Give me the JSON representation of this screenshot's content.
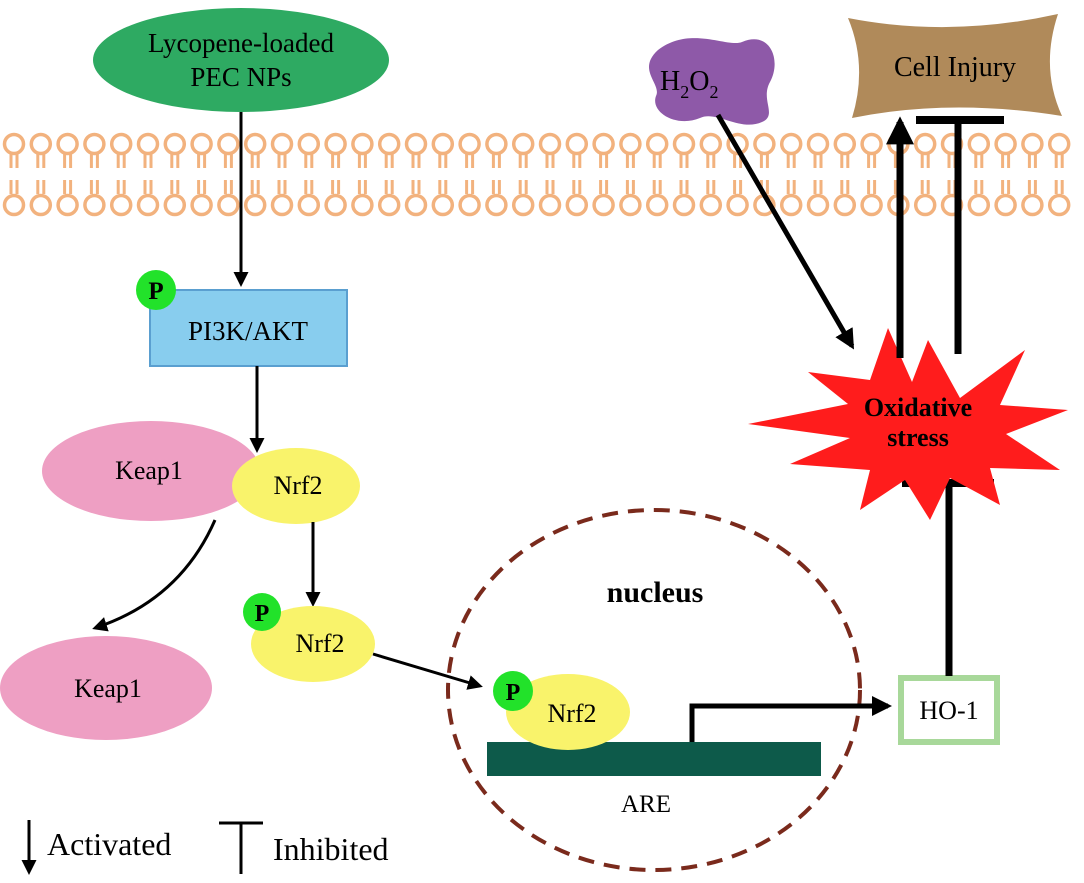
{
  "nodes": {
    "lycopene": {
      "line1": "Lycopene-loaded",
      "line2": "PEC NPs",
      "color": "#2eaa62"
    },
    "h2o2": {
      "h": "H",
      "sub1": "2",
      "o": "O",
      "sub2": "2",
      "color": "#8e59a8"
    },
    "cell_injury": {
      "label": "Cell Injury",
      "color": "#b08a5a"
    },
    "pi3k": {
      "label": "PI3K/AKT",
      "color": "#88cdee",
      "border": "#5a9fd0"
    },
    "phospho_marker": {
      "label": "P",
      "color": "#22e22a"
    },
    "keap1_top": {
      "label": "Keap1",
      "color": "#ee9fc3"
    },
    "nrf2_top": {
      "label": "Nrf2",
      "color": "#f9f36b"
    },
    "keap1_bottom": {
      "label": "Keap1"
    },
    "nrf2_mid": {
      "label": "Nrf2"
    },
    "nrf2_nucleus": {
      "label": "Nrf2"
    },
    "nucleus": {
      "label": "nucleus",
      "border": "#7a2a1c"
    },
    "are": {
      "label": "ARE",
      "color": "#0d5a4a"
    },
    "ho1": {
      "label": "HO-1",
      "border": "#a8d89a"
    },
    "oxidative": {
      "line1": "Oxidative",
      "line2": "stress",
      "color": "#ff1c1c"
    }
  },
  "membrane": {
    "color": "#f2b27e"
  },
  "legend": {
    "activated": "Activated",
    "inhibited": "Inhibited"
  }
}
